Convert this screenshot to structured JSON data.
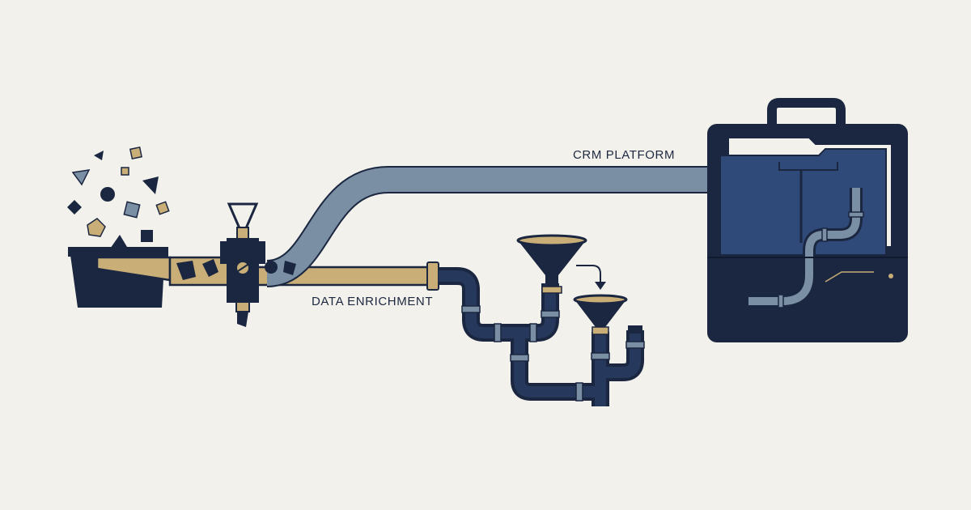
{
  "colors": {
    "background": "#f3f1ec",
    "navy": "#1b2740",
    "tan": "#c9ae78",
    "steel": "#7a8fa3",
    "blue_panel": "#2f4a78",
    "ink": "#1d2840"
  },
  "labels": {
    "crm_platform": "CRM PLATFORM",
    "data_enrichment": "DATA ENRICHMENT"
  },
  "icons": {
    "hopper": "bin-icon",
    "scattered_shapes": "raw-data-shapes",
    "valve": "valve-icon",
    "funnels": "funnel-icon",
    "destination": "briefcase-icon"
  }
}
